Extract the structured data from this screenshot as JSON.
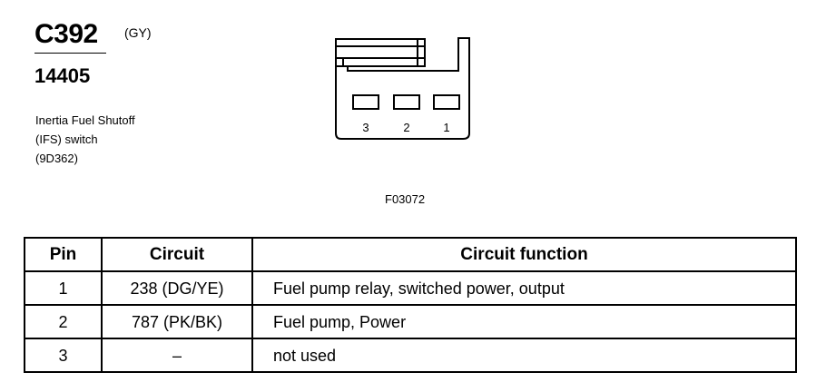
{
  "header": {
    "connector_id": "C392",
    "color_code": "(GY)",
    "part_number": "14405",
    "description_lines": [
      "Inertia Fuel Shutoff",
      "(IFS) switch",
      "(9D362)"
    ]
  },
  "diagram": {
    "pin_labels": [
      "3",
      "2",
      "1"
    ],
    "figure_id": "F03072"
  },
  "table": {
    "headers": [
      "Pin",
      "Circuit",
      "Circuit function"
    ],
    "rows": [
      {
        "pin": "1",
        "circuit": "238 (DG/YE)",
        "function": "Fuel pump relay, switched power, output"
      },
      {
        "pin": "2",
        "circuit": "787 (PK/BK)",
        "function": "Fuel pump, Power"
      },
      {
        "pin": "3",
        "circuit": "–",
        "function": "not used"
      }
    ]
  }
}
